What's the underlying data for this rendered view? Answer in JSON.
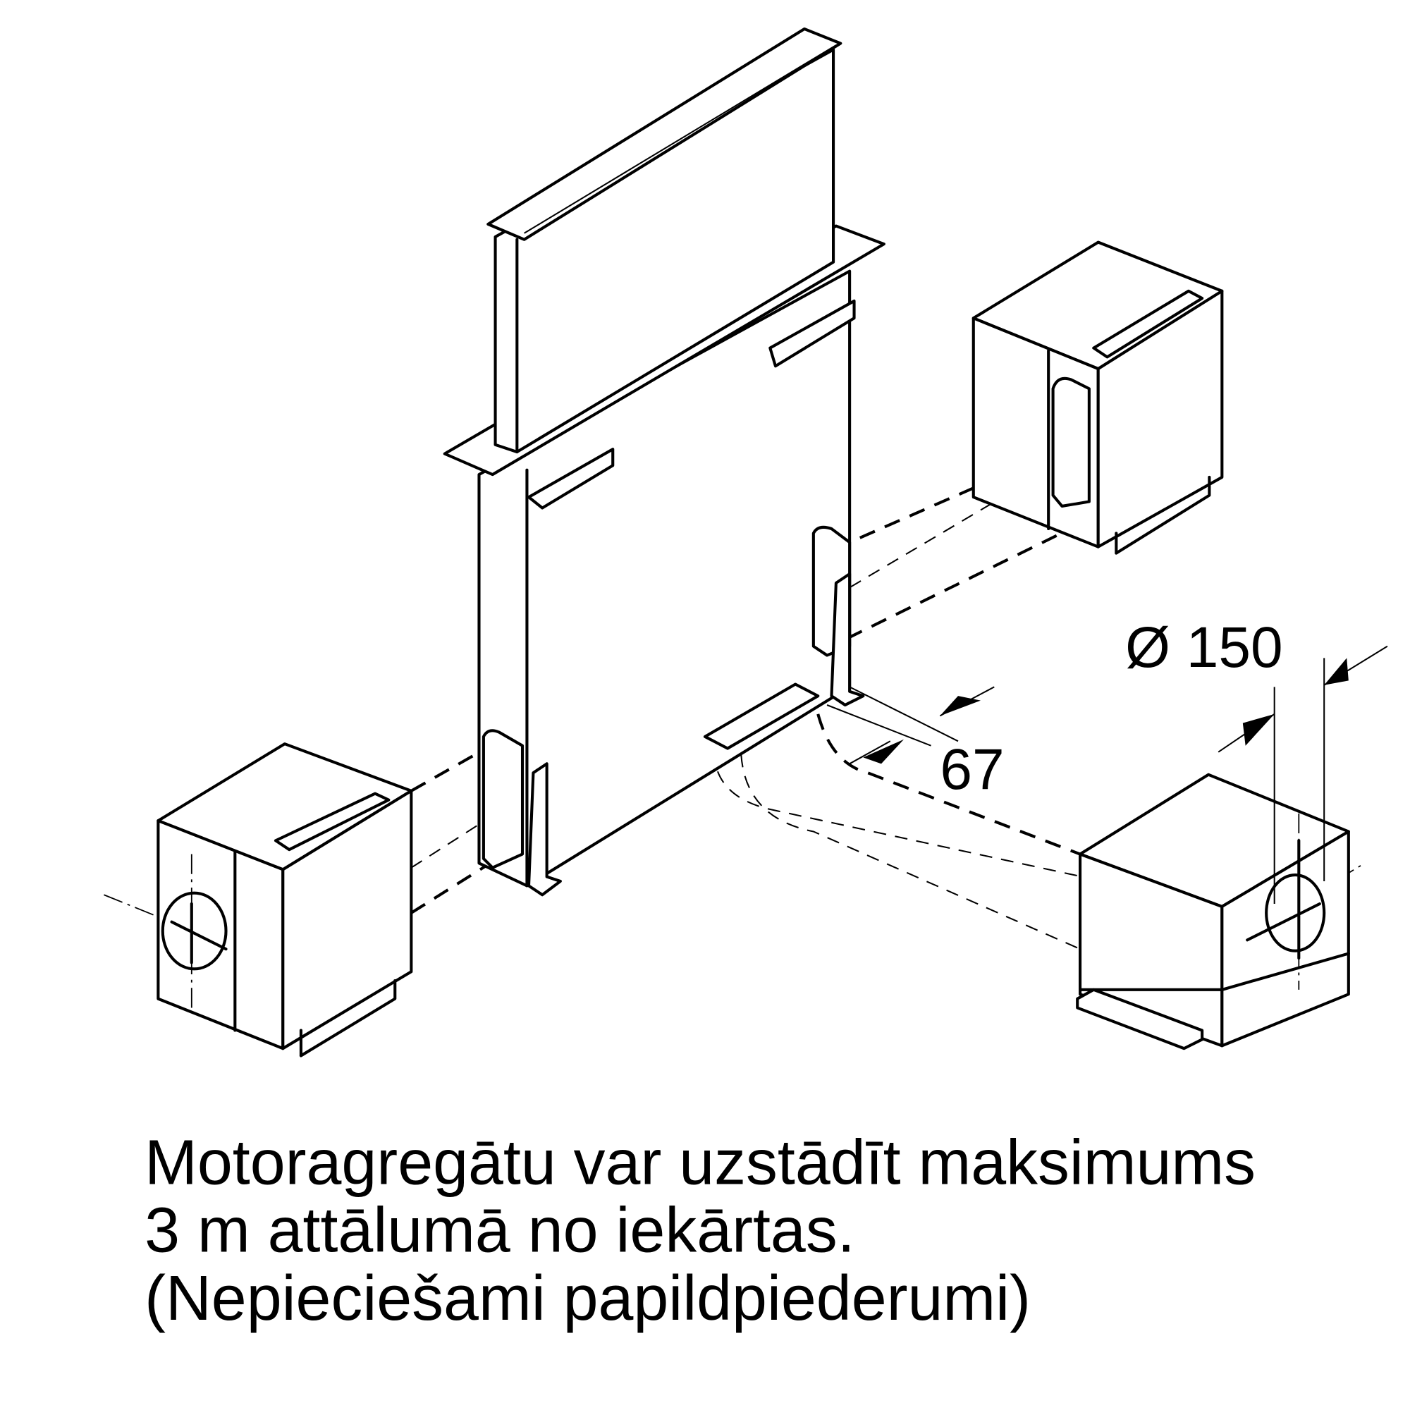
{
  "dimensions": {
    "diameter_label": "Ø 150",
    "offset_label": "67"
  },
  "caption": {
    "line1": "Motoragregātu var uzstādīt maksimums",
    "line2": "3 m attālumā no iekārtas.",
    "line3": "(Nepieciešami papildpiederumi)"
  }
}
